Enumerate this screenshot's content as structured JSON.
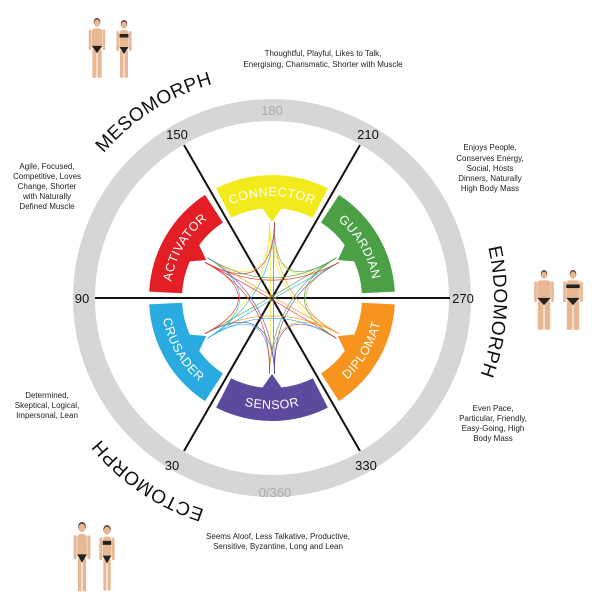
{
  "degrees": {
    "d180": "180",
    "d150": "150",
    "d210": "210",
    "d90": "90",
    "d270": "270",
    "d30": "30",
    "d330": "330",
    "d0": "0/360"
  },
  "morphs": {
    "mesomorph": "MESOMORPH",
    "endomorph": "ENDOMORPH",
    "ectomorph": "ECTOMORPH"
  },
  "types": [
    {
      "label": "CONNECTOR",
      "color": "#f2ea1b",
      "angle": 0
    },
    {
      "label": "GUARDIAN",
      "color": "#4ba046",
      "angle": 60
    },
    {
      "label": "DIPLOMAT",
      "color": "#f7941d",
      "angle": 120
    },
    {
      "label": "SENSOR",
      "color": "#5b4a9e",
      "angle": 180
    },
    {
      "label": "CRUSADER",
      "color": "#29abe2",
      "angle": 240
    },
    {
      "label": "ACTIVATOR",
      "color": "#e31e24",
      "angle": 300
    }
  ],
  "descriptions": {
    "connector": [
      "Thoughtful, Playful, Likes to Talk,",
      "Energising, Charismatic, Shorter with Muscle"
    ],
    "guardian": [
      "Enjoys People,",
      "Conserves Energy,",
      "Social, Hosts",
      "Dinners, Naturally",
      "High Body Mass"
    ],
    "activator": [
      "Agile, Focused,",
      "Competitive, Loves",
      "Change, Shorter",
      "with Naturally",
      "Defined Muscle"
    ],
    "crusader": [
      "Determined,",
      "Skeptical, Logical,",
      "Impersonal, Lean"
    ],
    "diplomat": [
      "Even Pace,",
      "Particular, Friendly,",
      "Easy-Going, High",
      "Body Mass"
    ],
    "sensor": [
      "Seems Aloof, Less Talkative, Productive,",
      "Sensitive, Byzantine, Long and Lean"
    ]
  },
  "colors": {
    "ring": "#d6d6d6",
    "skin": "#e8b894",
    "underwear": "#222222"
  }
}
